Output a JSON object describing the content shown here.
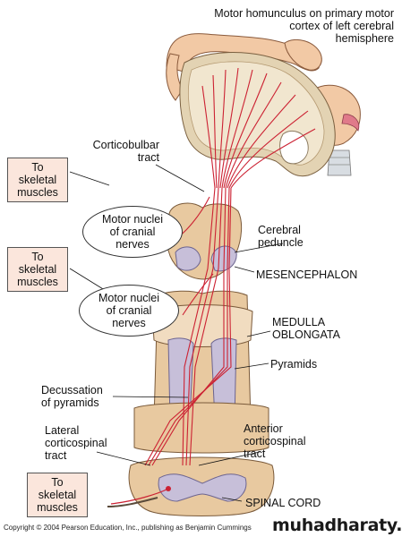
{
  "title_lines": "Motor homunculus on primary motor\ncortex of left cerebral\nhemisphere",
  "labels": {
    "corticobulbar": "Corticobulbar\ntract",
    "cerebral_peduncle": "Cerebral\npeduncle",
    "mesencephalon": "MESENCEPHALON",
    "medulla": "MEDULLA\nOBLONGATA",
    "pyramids": "Pyramids",
    "decussation": "Decussation\nof pyramids",
    "lateral_tract": "Lateral\ncorticospinal\ntract",
    "anterior_tract": "Anterior\ncorticospinal\ntract",
    "spinal_cord": "SPINAL CORD"
  },
  "boxes": {
    "top": "To\nskeletal\nmuscles",
    "middle": "To\nskeletal\nmuscles",
    "bottom": "To\nskeletal\nmuscles"
  },
  "ovals": {
    "upper": "Motor nuclei\nof cranial\nnerves",
    "lower": "Motor nuclei\nof cranial\nnerves"
  },
  "copyright": "Copyright © 2004 Pearson Education, Inc., publishing as Benjamin Cummings",
  "watermark": "muhadharaty.com",
  "colors": {
    "box_fill": "#fbe6dc",
    "tract": "#cc2233",
    "tissue": "#e8c9a0",
    "gray_matter": "#c7bfd9"
  }
}
